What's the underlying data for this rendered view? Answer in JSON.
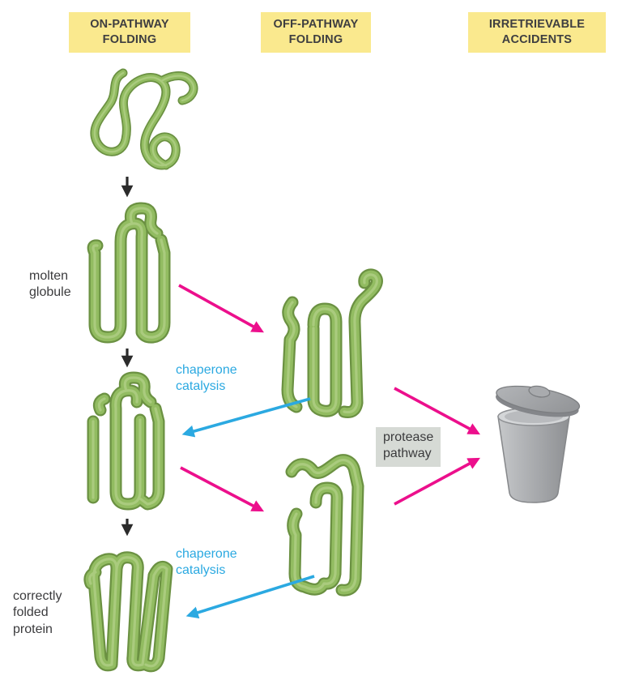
{
  "diagram": {
    "headers": [
      {
        "id": "on-pathway",
        "label": "ON-PATHWAY\nFOLDING"
      },
      {
        "id": "off-pathway",
        "label": "OFF-PATHWAY\nFOLDING"
      },
      {
        "id": "irretrievable",
        "label": "IRRETRIEVABLE\nACCIDENTS"
      }
    ],
    "labels": {
      "molten_globule": "molten\nglobule",
      "correctly_folded": "correctly\nfolded\nprotein",
      "chaperone_catalysis_1": "chaperone\ncatalysis",
      "chaperone_catalysis_2": "chaperone\ncatalysis",
      "protease_pathway": "protease\npathway"
    },
    "structures": [
      {
        "id": "unfolded-protein",
        "column": "on-pathway"
      },
      {
        "id": "molten-globule",
        "column": "on-pathway"
      },
      {
        "id": "folding-intermediate",
        "column": "on-pathway"
      },
      {
        "id": "correctly-folded-protein",
        "column": "on-pathway"
      },
      {
        "id": "off-pathway-intermediate-1",
        "column": "off-pathway"
      },
      {
        "id": "off-pathway-intermediate-2",
        "column": "off-pathway"
      },
      {
        "id": "trash-can",
        "column": "irretrievable"
      }
    ],
    "arrows": [
      {
        "type": "folding-step",
        "color": "black",
        "from": "unfolded-protein",
        "to": "molten-globule"
      },
      {
        "type": "folding-step",
        "color": "black",
        "from": "molten-globule",
        "to": "folding-intermediate"
      },
      {
        "type": "folding-step",
        "color": "black",
        "from": "folding-intermediate",
        "to": "correctly-folded-protein"
      },
      {
        "type": "off-pathway-step",
        "color": "magenta",
        "from": "molten-globule",
        "to": "off-pathway-intermediate-1"
      },
      {
        "type": "off-pathway-step",
        "color": "magenta",
        "from": "folding-intermediate",
        "to": "off-pathway-intermediate-2"
      },
      {
        "type": "chaperone-rescue",
        "color": "cyan",
        "from": "off-pathway-intermediate-1",
        "to": "folding-intermediate",
        "label": "chaperone catalysis"
      },
      {
        "type": "chaperone-rescue",
        "color": "cyan",
        "from": "off-pathway-intermediate-2",
        "to": "correctly-folded-protein",
        "label": "chaperone catalysis"
      },
      {
        "type": "protease-pathway",
        "color": "magenta",
        "from": "off-pathway-intermediate-1",
        "to": "trash-can",
        "label": "protease pathway"
      },
      {
        "type": "protease-pathway",
        "color": "magenta",
        "from": "off-pathway-intermediate-2",
        "to": "trash-can",
        "label": "protease pathway"
      }
    ],
    "colors": {
      "header_bg": "#FAE98E",
      "text_dark": "#3B3B3D",
      "protein_green": "#92BC61",
      "protein_outline": "#6B9142",
      "magenta": "#EC0F8C",
      "cyan": "#2BA9E1",
      "black_arrow": "#2B2B2B",
      "label_box_gray": "#D6DAD5",
      "trash_gray": "#A7A9AC"
    }
  }
}
